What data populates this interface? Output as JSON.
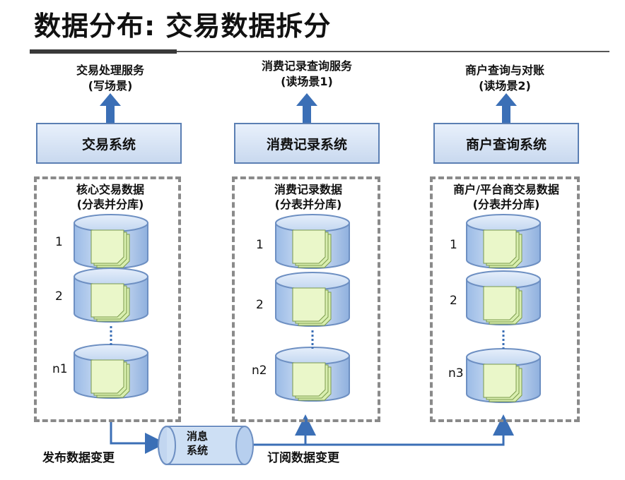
{
  "title": "数据分布: 交易数据拆分",
  "columns": [
    {
      "service_line1": "交易处理服务",
      "service_line2": "(写场景)",
      "system": "交易系统",
      "data_title_line1": "核心交易数据",
      "data_title_line2": "(分表并分库)",
      "shards": [
        "1",
        "2",
        "n1"
      ]
    },
    {
      "service_line1": "消费记录查询服务",
      "service_line2": "(读场景1)",
      "system": "消费记录系统",
      "data_title_line1": "消费记录数据",
      "data_title_line2": "(分表并分库)",
      "shards": [
        "1",
        "2",
        "n2"
      ]
    },
    {
      "service_line1": "商户查询与对账",
      "service_line2": "(读场景2)",
      "system": "商户查询系统",
      "data_title_line1": "商户/平台商交易数据",
      "data_title_line2": "(分表并分库)",
      "shards": [
        "1",
        "2",
        "n3"
      ]
    }
  ],
  "message_system_line1": "消息",
  "message_system_line2": "系统",
  "publish_label": "发布数据变更",
  "subscribe_label": "订阅数据变更",
  "colors": {
    "arrow_blue": "#3b6fb6",
    "system_border": "#5b7fb3",
    "cylinder_fill": "#bcd3f1",
    "cylinder_stroke": "#6d8fc2",
    "doc_fill": "#eaf7c9",
    "dashed_border": "#8a8a8a"
  }
}
